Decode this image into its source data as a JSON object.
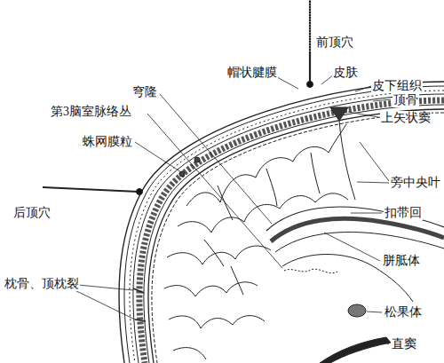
{
  "diagram": {
    "labels": [
      "前顶穴",
      "帽状腱膜",
      "皮肤",
      "皮下组织",
      "顶骨",
      "穹隆",
      "上矢状窦",
      "第3脑室脉络丛",
      "蛛网膜粒",
      "旁中央叶",
      "扣带回",
      "后顶穴",
      "胼胝体",
      "枕骨、顶枕裂",
      "松果体",
      "直窦"
    ]
  }
}
